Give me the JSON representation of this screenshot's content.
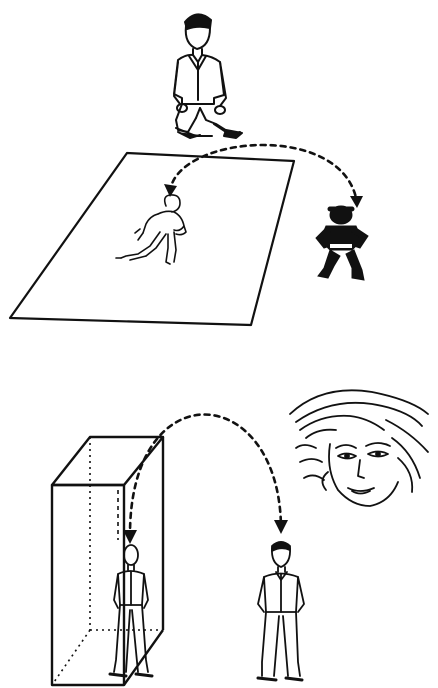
{
  "diagram": {
    "ink_color": "#111111",
    "background_color": "#ffffff",
    "panels": [
      {
        "items": [
          {
            "icon": "kneeling-man-figure"
          },
          {
            "icon": "flat-sheet"
          },
          {
            "icon": "outline-figure-on-sheet"
          },
          {
            "icon": "solid-dark-figure"
          },
          {
            "icon": "dashed-double-arrow"
          }
        ]
      },
      {
        "items": [
          {
            "icon": "wind-blown-face"
          },
          {
            "icon": "open-box"
          },
          {
            "icon": "standing-man-in-box"
          },
          {
            "icon": "standing-man-outside"
          },
          {
            "icon": "dashed-double-arrow"
          }
        ]
      }
    ]
  }
}
